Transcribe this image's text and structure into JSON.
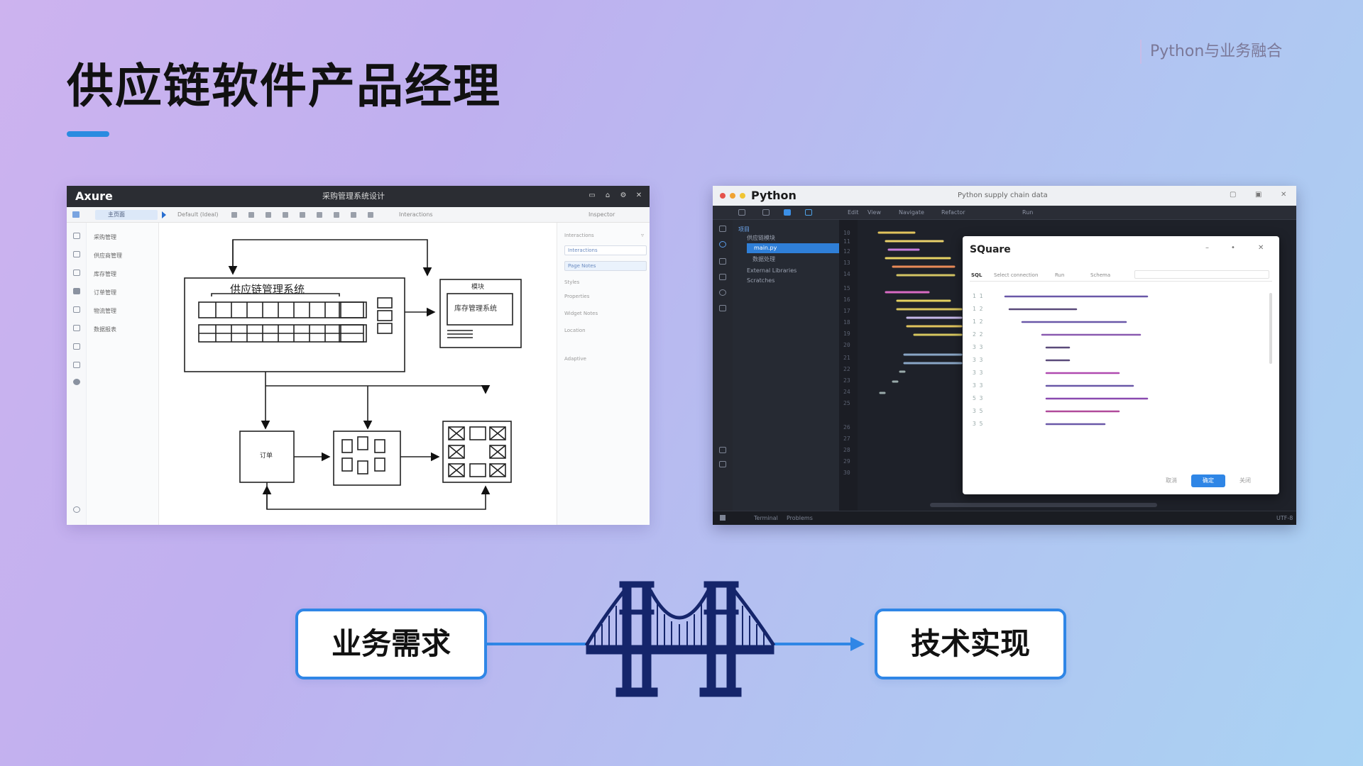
{
  "header": {
    "title": "供应链软件产品经理",
    "tag": "Python与业务融合"
  },
  "axure": {
    "app": "Axure",
    "doc_title": "采购管理系统设计",
    "toolbar_dropdown": "主页面",
    "toolbar_text_1": "Default (Ideal)",
    "toolbar_text_2": "Interactions",
    "toolbar_text_3": "Inspector",
    "pages": [
      "采购管理",
      "供应商管理",
      "库存管理",
      "订单管理",
      "物流管理",
      "数据报表"
    ],
    "diagram": {
      "main_box": "供应链管理系统",
      "panel_title": "模块",
      "panel_inner": "库存管理系统",
      "bottom_left": "订单"
    },
    "right_panel": {
      "section_1": "Interactions",
      "field_1": "Interactions",
      "field_2": "Page Notes",
      "section_2": "Styles",
      "section_3": "Properties",
      "section_4": "Widget Notes",
      "section_5": "Location",
      "section_6": "Adaptive"
    }
  },
  "python": {
    "app": "Python",
    "doc_title": "Python supply chain data",
    "toolbar": [
      "Edit",
      "View",
      "Navigate",
      "Refactor",
      "Run"
    ],
    "tree": {
      "root": "项目",
      "child_1": "供应链模块",
      "selected": "main.py",
      "child_2": "数据处理",
      "child_3": "External Libraries",
      "child_4": "Scratches"
    },
    "status_left": "Terminal",
    "status_mid": "Problems",
    "status_right": "UTF-8",
    "dialog": {
      "title": "SQuare",
      "bar_1": "SQL",
      "bar_2": "Select connection",
      "bar_3": "Run",
      "bar_4": "Schema",
      "cancel": "取消",
      "confirm": "确定",
      "close": "关闭"
    }
  },
  "bridge": {
    "left": "业务需求",
    "right": "技术实现"
  },
  "colors": {
    "accent": "#2a8be0",
    "pill_border": "#2f86e6",
    "bridge": "#15256b",
    "connector": "#2f86e6"
  }
}
